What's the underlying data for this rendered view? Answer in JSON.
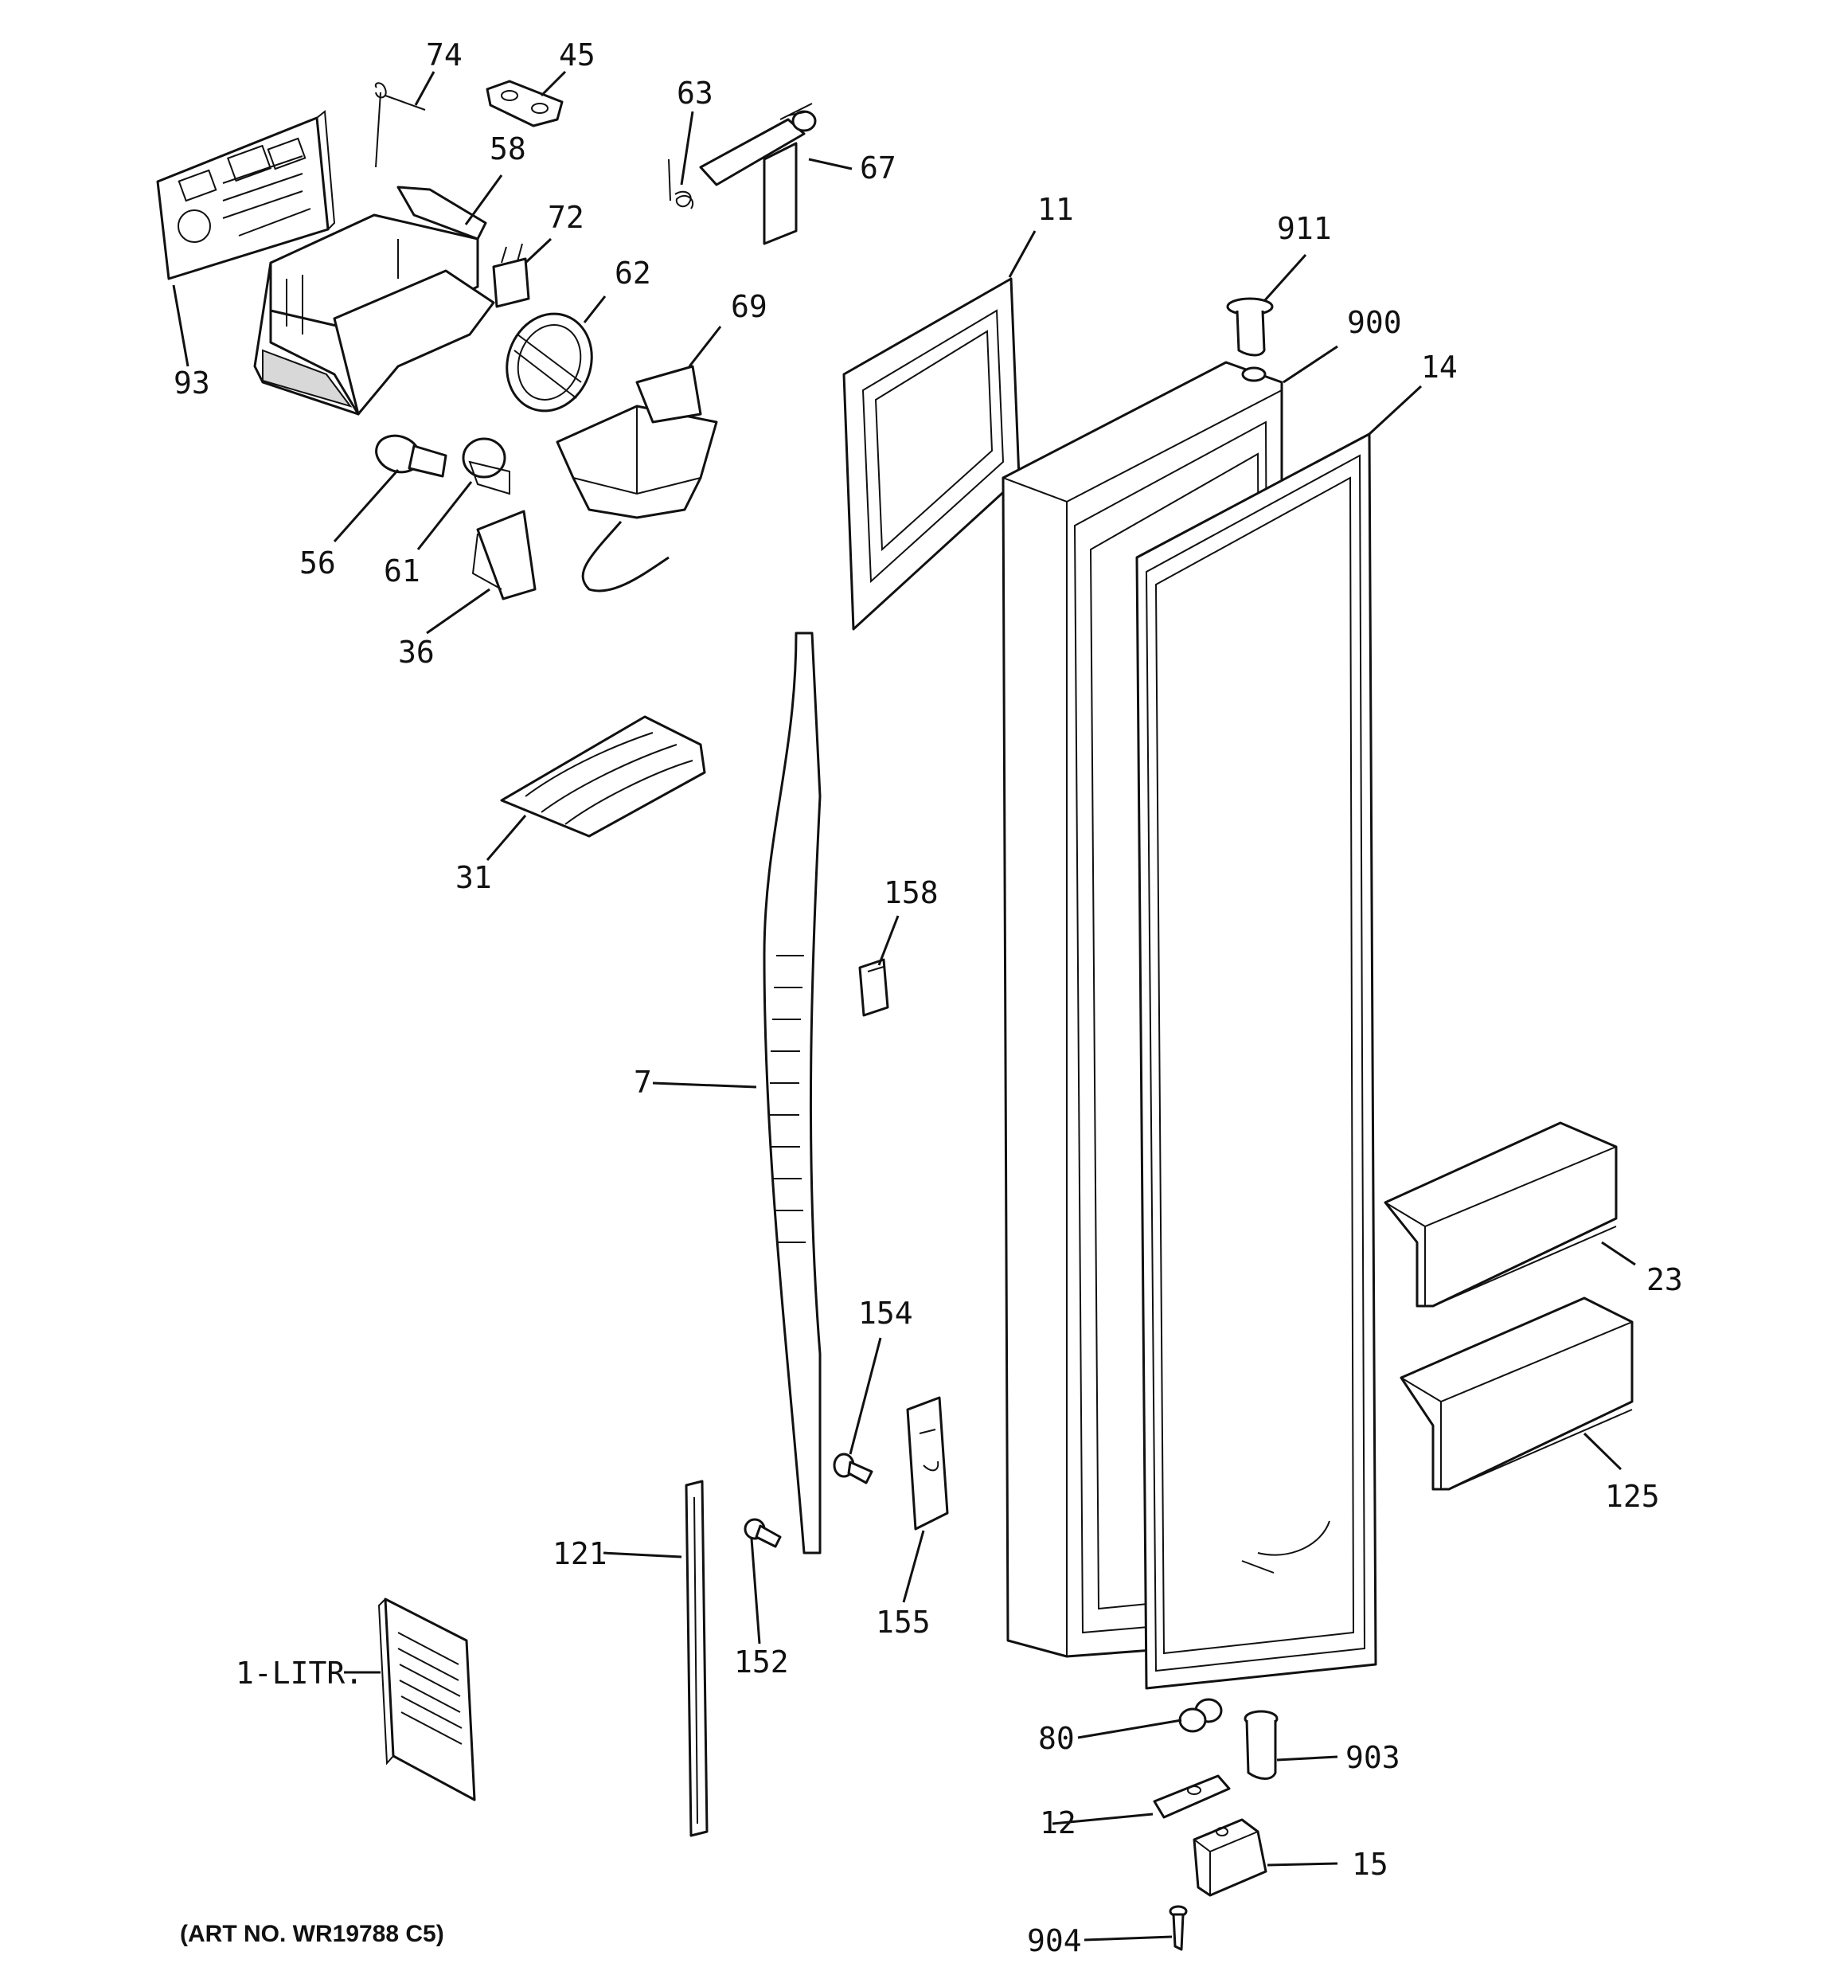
{
  "art_number": "(ART NO. WR19788 C5)",
  "callouts": [
    {
      "id": "74",
      "label": "74"
    },
    {
      "id": "45",
      "label": "45"
    },
    {
      "id": "63",
      "label": "63"
    },
    {
      "id": "67",
      "label": "67"
    },
    {
      "id": "58",
      "label": "58"
    },
    {
      "id": "72",
      "label": "72"
    },
    {
      "id": "62",
      "label": "62"
    },
    {
      "id": "69",
      "label": "69"
    },
    {
      "id": "93",
      "label": "93"
    },
    {
      "id": "56",
      "label": "56"
    },
    {
      "id": "61",
      "label": "61"
    },
    {
      "id": "36",
      "label": "36"
    },
    {
      "id": "11",
      "label": "11"
    },
    {
      "id": "911",
      "label": "911"
    },
    {
      "id": "900",
      "label": "900"
    },
    {
      "id": "14",
      "label": "14"
    },
    {
      "id": "31",
      "label": "31"
    },
    {
      "id": "158",
      "label": "158"
    },
    {
      "id": "7",
      "label": "7"
    },
    {
      "id": "23",
      "label": "23"
    },
    {
      "id": "125",
      "label": "125"
    },
    {
      "id": "154",
      "label": "154"
    },
    {
      "id": "155",
      "label": "155"
    },
    {
      "id": "121",
      "label": "121"
    },
    {
      "id": "152",
      "label": "152"
    },
    {
      "id": "1-LITR",
      "label": "1-LITR."
    },
    {
      "id": "80",
      "label": "80"
    },
    {
      "id": "903",
      "label": "903"
    },
    {
      "id": "12",
      "label": "12"
    },
    {
      "id": "15",
      "label": "15"
    },
    {
      "id": "904",
      "label": "904"
    }
  ]
}
